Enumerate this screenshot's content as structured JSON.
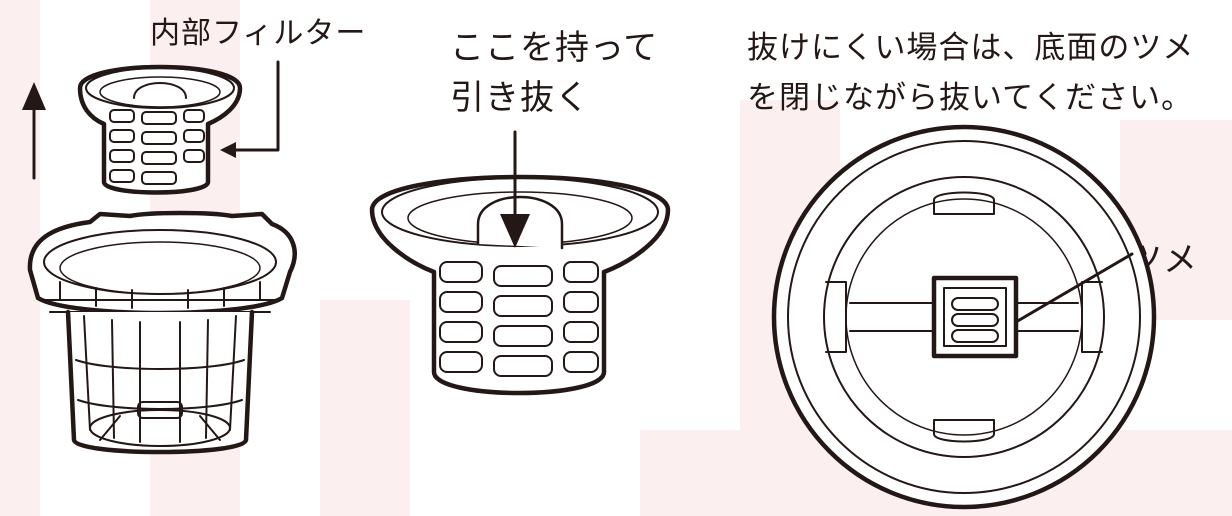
{
  "labels": {
    "inner_filter": "内部フィルター",
    "hold_here_line1": "ここを持って",
    "hold_here_line2": "引き抜く",
    "note_line1": "抜けにくい場合は、底面のツメ",
    "note_line2": "を閉じながら抜いてください。",
    "tab": "ツメ"
  },
  "colors": {
    "background": "#ffffff",
    "watermark": "#fcefef",
    "line": "#231815"
  }
}
